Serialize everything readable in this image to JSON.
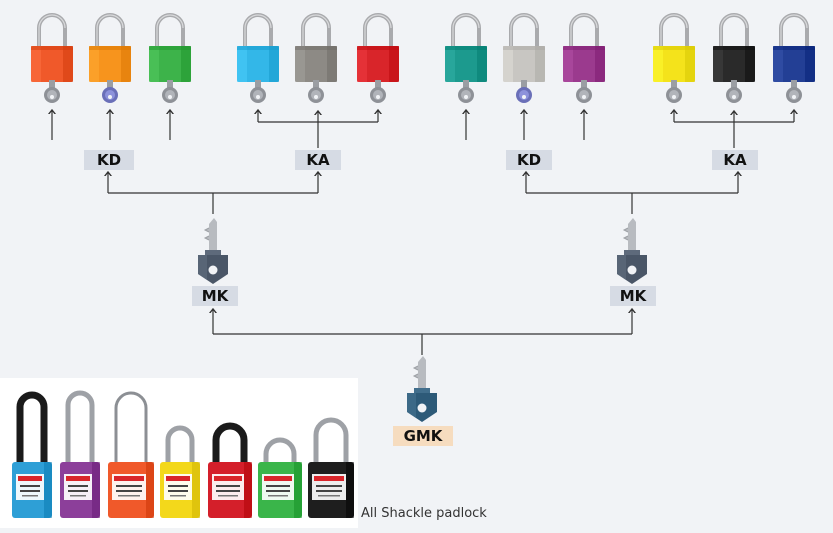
{
  "colors": {
    "background": "#f1f3f6",
    "label_bg": "#d6dbe4",
    "gmk_bg": "#f6dcbf",
    "line": "#333333",
    "key_blue_gray": "#4a5667",
    "key_gmk": "#2d5a78",
    "padlock_colors": [
      "#f0592a",
      "#f7941d",
      "#3db34a",
      "#33b7e8",
      "#8d8a85",
      "#d9252a",
      "#1c9a8e",
      "#c8c6c2",
      "#9b3a8e",
      "#f4e31b",
      "#2a2a2a",
      "#233f95"
    ]
  },
  "top_padlocks": [
    {
      "name": "orange-red",
      "color": "#f0592a",
      "key": "gray"
    },
    {
      "name": "orange",
      "color": "#f7941d",
      "key": "blue"
    },
    {
      "name": "green",
      "color": "#3db34a",
      "key": "gray"
    },
    {
      "name": "light-blue",
      "color": "#33b7e8",
      "key": "gray"
    },
    {
      "name": "gray",
      "color": "#8d8a85",
      "key": "gray"
    },
    {
      "name": "red",
      "color": "#d9252a",
      "key": "gray"
    },
    {
      "name": "teal",
      "color": "#1c9a8e",
      "key": "gray"
    },
    {
      "name": "silver",
      "color": "#c8c6c2",
      "key": "blue"
    },
    {
      "name": "purple",
      "color": "#9b3a8e",
      "key": "gray"
    },
    {
      "name": "yellow",
      "color": "#f4e31b",
      "key": "gray"
    },
    {
      "name": "black",
      "color": "#2a2a2a",
      "key": "gray"
    },
    {
      "name": "navy",
      "color": "#233f95",
      "key": "gray"
    }
  ],
  "labels": {
    "kd_left": "KD",
    "ka_left": "KA",
    "kd_right": "KD",
    "ka_right": "KA",
    "mk_left": "MK",
    "mk_right": "MK",
    "gmk": "GMK"
  },
  "bottom_padlocks": [
    {
      "name": "blue-tall",
      "color": "#2e9fd6",
      "shackle": "black"
    },
    {
      "name": "purple-tall",
      "color": "#8c3f9a",
      "shackle": "steel"
    },
    {
      "name": "orange-cable",
      "color": "#f0592a",
      "shackle": "cable"
    },
    {
      "name": "yellow",
      "color": "#f3d81b",
      "shackle": "steel"
    },
    {
      "name": "red",
      "color": "#d41f2a",
      "shackle": "black"
    },
    {
      "name": "green",
      "color": "#3ab54a",
      "shackle": "steel"
    },
    {
      "name": "black",
      "color": "#1e1e1e",
      "shackle": "steel"
    }
  ],
  "caption": "All Shackle padlock"
}
